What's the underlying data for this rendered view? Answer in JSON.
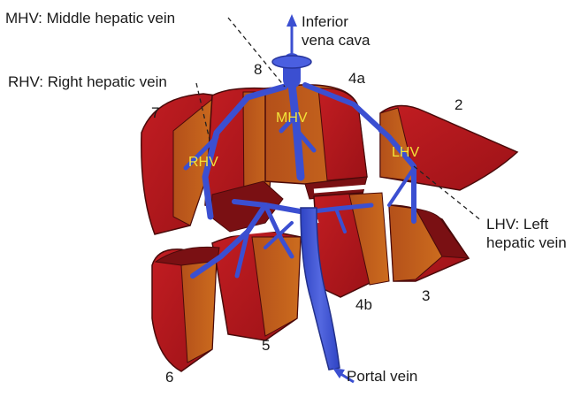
{
  "labels": {
    "mhv": "MHV: Middle hepatic vein",
    "rhv": "RHV: Right hepatic vein",
    "ivc_1": "Inferior",
    "ivc_2": "vena cava",
    "lhv_1": "LHV: Left",
    "lhv_2": "hepatic vein",
    "portal": "Portal vein"
  },
  "segments": {
    "s2": "2",
    "s3": "3",
    "s4a": "4a",
    "s4b": "4b",
    "s5": "5",
    "s6": "6",
    "s7": "7",
    "s8": "8"
  },
  "vein_labels": {
    "rhv": "RHV",
    "mhv": "MHV",
    "lhv": "LHV"
  },
  "colors": {
    "liver_red": "#b0171d",
    "liver_orange": "#c2621a",
    "liver_dark": "#6e0e10",
    "vein_blue": "#3b4fd1",
    "vein_label": "#f2e43a"
  }
}
